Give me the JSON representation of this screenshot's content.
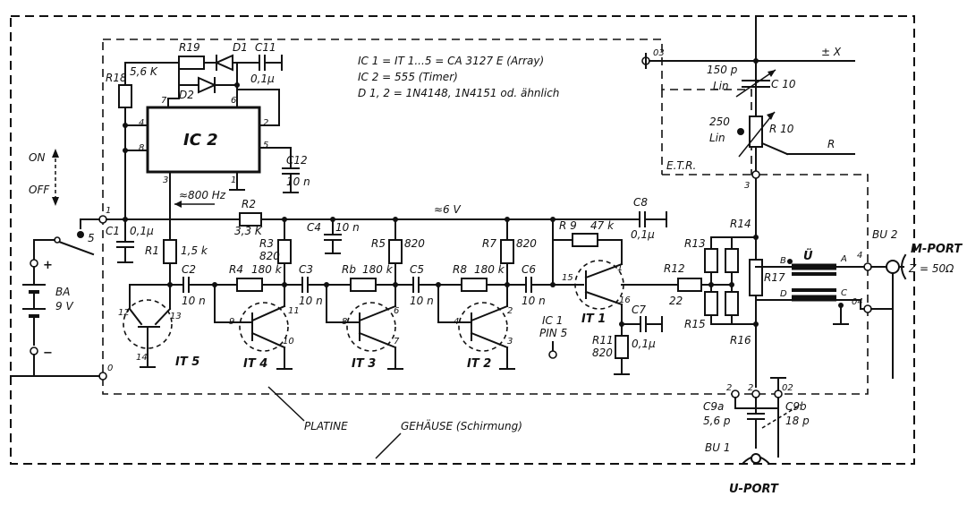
{
  "notes": {
    "line1": "IC 1 = IT 1...5 = CA 3127 E  (Array)",
    "line2": "IC 2 = 555  (Timer)",
    "line3": "D 1, 2 = 1N4148, 1N4151  od. ähnlich"
  },
  "ic2": {
    "label": "IC 2",
    "pins": [
      "7",
      "6",
      "4",
      "2",
      "8",
      "5",
      "3",
      "1"
    ]
  },
  "components": {
    "r19": "R19",
    "d1": "D1",
    "d2": "D2",
    "c11": "C11",
    "c11_val": "0,1µ",
    "c11b_val": "0,1µ",
    "r18": "R18",
    "r18_val": "5,6 K",
    "c12": "C12",
    "c12_val": "10 n",
    "freq": "≈800 Hz",
    "r2": "R2",
    "r2_val": "3,3 K",
    "supply": "≈6 V",
    "c4": "C4",
    "c4_val": "10 n",
    "c1": "C1",
    "c1_val": "0,1µ",
    "r1": "R1",
    "r1_val": "1,5 k",
    "c2": "C2",
    "c2_val": "10 n",
    "r3": "R3",
    "r3_val": "820",
    "r4": "R4",
    "r4_val": "180 k",
    "c3": "C3",
    "c3_val": "10 n",
    "r5": "R5",
    "r5_val": "820",
    "r6": "Rb",
    "r6_val": "180 k",
    "c5": "C5",
    "c5_val": "10 n",
    "r7": "R7",
    "r7_val": "820",
    "r8": "R8",
    "r8_val": "180 k",
    "c6": "C6",
    "c6_val": "10 n",
    "r9": "R 9",
    "r9_val": "47 k",
    "c8": "C8",
    "c8_val": "0,1µ",
    "c7": "C7",
    "c7_val": "0,1µ",
    "r11": "R11",
    "r11_val": "820",
    "r12": "R12",
    "r12_val": "22",
    "r13": "R13",
    "r14": "R14",
    "r15": "R15",
    "r16": "R16",
    "r17": "R17",
    "trafo": "Ü",
    "c10": "C 10",
    "c10_val_a": "150 p",
    "c10_val_b": "Lin",
    "r10": "R 10",
    "r10_val_a": "250",
    "r10_val_b": "Lin",
    "pm_x": "± X",
    "r_label": "R",
    "etr": "E.T.R.",
    "c9a": "C9a",
    "c9a_val": "5,6 p",
    "c9b": "C9b",
    "c9b_val": "18 p",
    "ic1pin": "IC 1",
    "ic1pin_b": "PIN 5"
  },
  "transistors": {
    "it5": "IT 5",
    "it4": "IT 4",
    "it3": "IT 3",
    "it2": "IT 2",
    "it1": "IT 1"
  },
  "pins": {
    "it5": [
      "12",
      "13",
      "14"
    ],
    "it4": [
      "9",
      "11",
      "10"
    ],
    "it3": [
      "8",
      "6",
      "7"
    ],
    "it2": [
      "4",
      "2",
      "3"
    ],
    "it1": [
      "15",
      "1",
      "16"
    ]
  },
  "nodes": {
    "n1": "1",
    "n0": "0",
    "n3": "3",
    "n2a": "2",
    "n2b": "2",
    "n03": "03",
    "n04": "04",
    "n02": "02",
    "n4": "4",
    "tA": "A",
    "tB": "B",
    "tC": "C",
    "tD": "D",
    "n5": "5"
  },
  "power": {
    "on": "ON",
    "off": "OFF",
    "ba": "BA",
    "ba_val": "9 V",
    "plus": "+",
    "minus": "−"
  },
  "ports": {
    "bu1": "BU 1",
    "uport": "U-PORT",
    "bu2": "BU 2",
    "mport": "M-PORT",
    "z": "Z = 50Ω"
  },
  "labels": {
    "platine": "PLATINE",
    "gehaeuse": "GEHÄUSE  (Schirmung)"
  }
}
